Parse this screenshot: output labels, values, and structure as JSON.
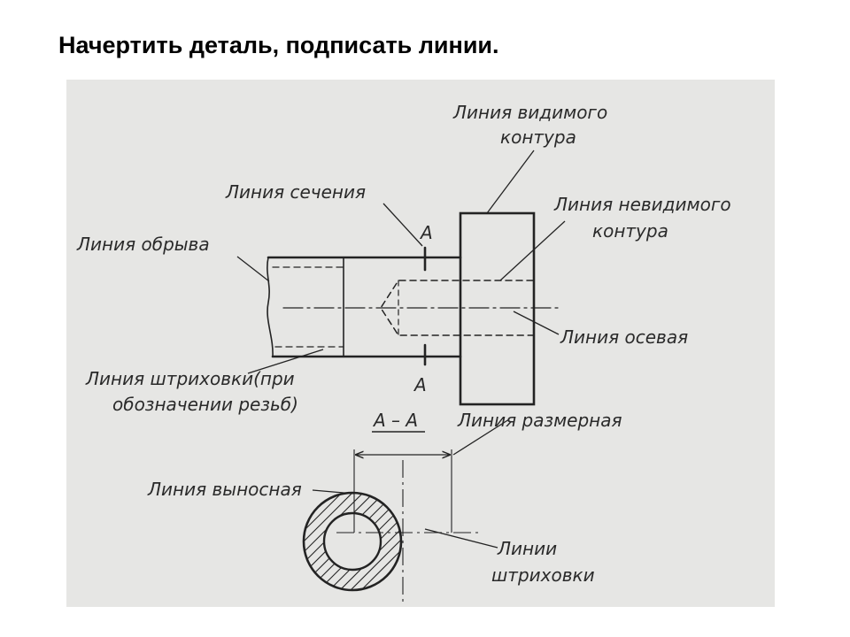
{
  "title": "Начертить деталь, подписать линии.",
  "colors": {
    "paper": "#e6e6e4",
    "ink": "#232323",
    "slide_background": "#ffffff"
  },
  "diagram": {
    "labels": {
      "visible_contour_1": "Линия видимого",
      "visible_contour_2": "контура",
      "section_line": "Линия сечения",
      "hidden_contour_1": "Линия невидимого",
      "hidden_contour_2": "контура",
      "break_line": "Линия обрыва",
      "axial_line": "Линия осевая",
      "hatching_thread_1": "Линия штриховки(при",
      "hatching_thread_2": "обозначении резьб)",
      "section_mark_top": "А",
      "section_mark_bottom": "А",
      "section_name": "А – А",
      "dimension_line": "Линия размерная",
      "extension_line": "Линия выносная",
      "hatch_lines_1": "Линии",
      "hatch_lines_2": "штриховки"
    }
  }
}
